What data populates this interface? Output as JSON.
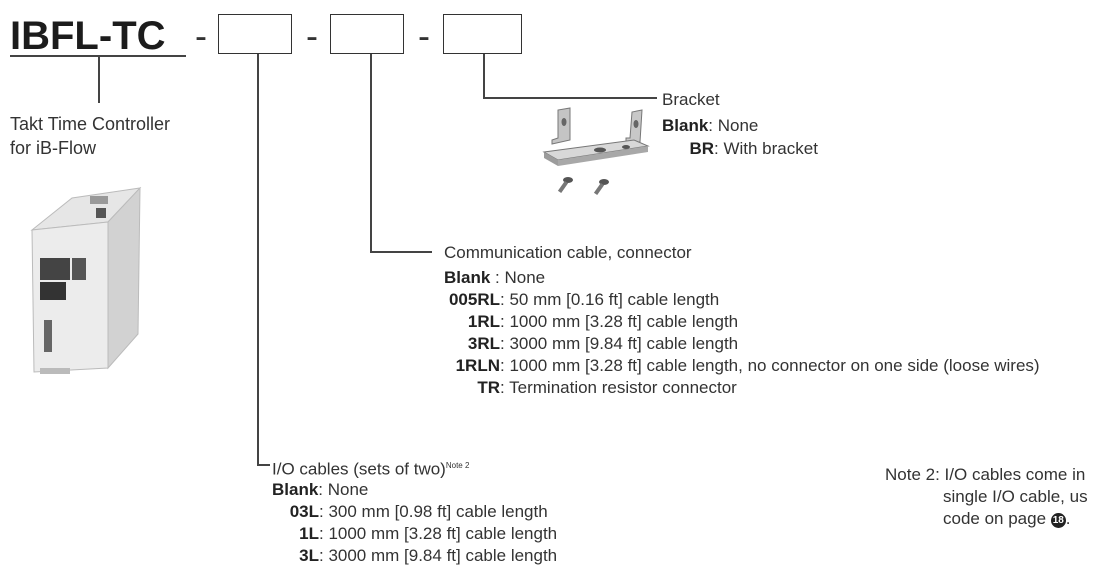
{
  "model": {
    "prefix": "IBFL-TC",
    "sep1": "-",
    "sep2": "-",
    "sep3": "-"
  },
  "product": {
    "line1": "Takt Time Controller",
    "line2": "for iB-Flow"
  },
  "bracket": {
    "title": "Bracket",
    "options": [
      {
        "code": "Blank",
        "desc": ": None"
      },
      {
        "code": "BR",
        "desc": ": With bracket"
      }
    ]
  },
  "comm": {
    "title": "Communication cable, connector",
    "options": [
      {
        "code": "Blank",
        "desc": " : None"
      },
      {
        "code": "005RL",
        "desc": ": 50 mm [0.16 ft] cable length"
      },
      {
        "code": "1RL",
        "desc": ": 1000 mm [3.28 ft] cable length"
      },
      {
        "code": "3RL",
        "desc": ": 3000 mm [9.84 ft] cable length"
      },
      {
        "code": "1RLN",
        "desc": ": 1000 mm [3.28 ft] cable length, no connector on one side (loose wires)"
      },
      {
        "code": "TR",
        "desc": ": Termination resistor connector"
      }
    ]
  },
  "io": {
    "title": "I/O cables (sets of two)",
    "note_ref": "Note 2",
    "options": [
      {
        "code": "Blank",
        "desc": ": None"
      },
      {
        "code": "03L",
        "desc": ": 300 mm [0.98 ft] cable length"
      },
      {
        "code": "1L",
        "desc": ": 1000 mm [3.28 ft] cable length"
      },
      {
        "code": "3L",
        "desc": ": 3000 mm [9.84 ft] cable length"
      }
    ]
  },
  "note": {
    "label": "Note 2:",
    "line1": "I/O cables come in",
    "line2": "single I/O cable, us",
    "line3": "code on page",
    "page": "18",
    "end": "."
  }
}
